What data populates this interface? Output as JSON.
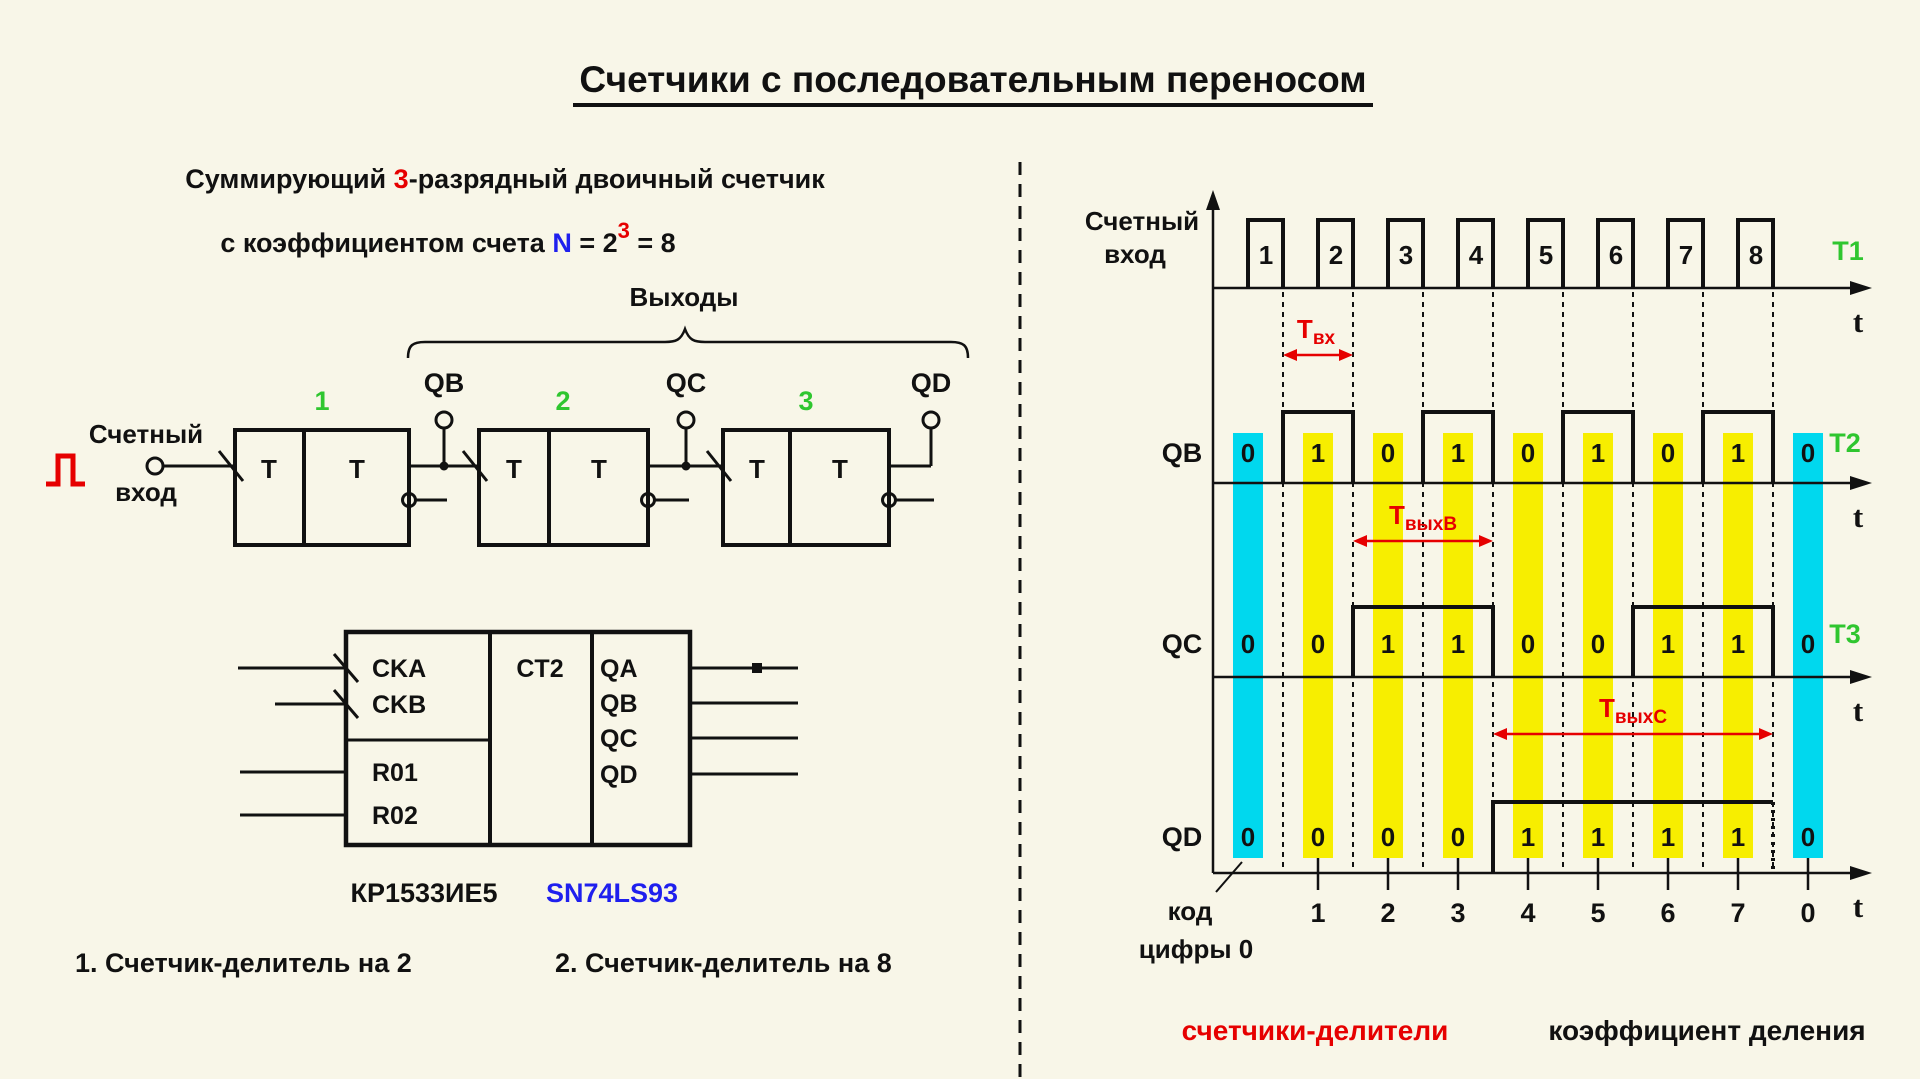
{
  "title": "Счетчики с последовательным переносом",
  "subtitle": {
    "line1_a": "Суммирующий ",
    "line1_b": "3",
    "line1_c": "-разрядный двоичный счетчик",
    "line2_a": "с коэффициентом счета  ",
    "line2_b": "N",
    "line2_c": " = 2",
    "line2_sup": "3",
    "line2_d": " = 8"
  },
  "circuit": {
    "outputs_label": "Выходы",
    "out_qb": "QB",
    "out_qc": "QC",
    "out_qd": "QD",
    "ff1": "1",
    "ff2": "2",
    "ff3": "3",
    "t": "T",
    "input_line1": "Счетный",
    "input_line2": "вход"
  },
  "ic": {
    "pin_cka": "CKA",
    "pin_ckb": "CKB",
    "pin_r01": "R01",
    "pin_r02": "R02",
    "label": "CT2",
    "pin_qa": "QA",
    "pin_qb": "QB",
    "pin_qc": "QC",
    "pin_qd": "QD",
    "part_ru": "КР1533ИЕ5",
    "part_intl": "SN74LS93"
  },
  "captions": {
    "divider2": "1. Счетчик-делитель на 2",
    "divider8": "2. Счетчик-делитель на 8",
    "dividers": "счетчики-делители",
    "coefficient": "коэффициент деления"
  },
  "timing": {
    "input_line1": "Счетный",
    "input_line2": "вход",
    "pulses": [
      "1",
      "2",
      "3",
      "4",
      "5",
      "6",
      "7",
      "8"
    ],
    "t1": "T1",
    "t2": "T2",
    "t3": "T3",
    "t": "t",
    "row_qb": "QB",
    "row_qc": "QC",
    "row_qd": "QD",
    "qb_values": [
      "0",
      "1",
      "0",
      "1",
      "0",
      "1",
      "0",
      "1",
      "0"
    ],
    "qc_values": [
      "0",
      "0",
      "1",
      "1",
      "0",
      "0",
      "1",
      "1",
      "0"
    ],
    "qd_values": [
      "0",
      "0",
      "0",
      "0",
      "1",
      "1",
      "1",
      "1",
      "0"
    ],
    "tvx_base": "Т",
    "tvx_sub": "вх",
    "tvyxb_base": "Т",
    "tvyxb_sub": "выхB",
    "tvyxc_base": "Т",
    "tvyxc_sub": "выхC",
    "numbers": [
      "1",
      "2",
      "3",
      "4",
      "5",
      "6",
      "7",
      "0"
    ],
    "code_line1": "код",
    "code_line2": "цифры 0"
  },
  "colors": {
    "background": "#f8f6e8",
    "ink": "#111111",
    "accent_red": "#e60000",
    "accent_green": "#2fc62f",
    "accent_blue": "#1f1fee",
    "bar_yellow": "#f7ee00",
    "bar_cyan": "#00d8ee"
  }
}
